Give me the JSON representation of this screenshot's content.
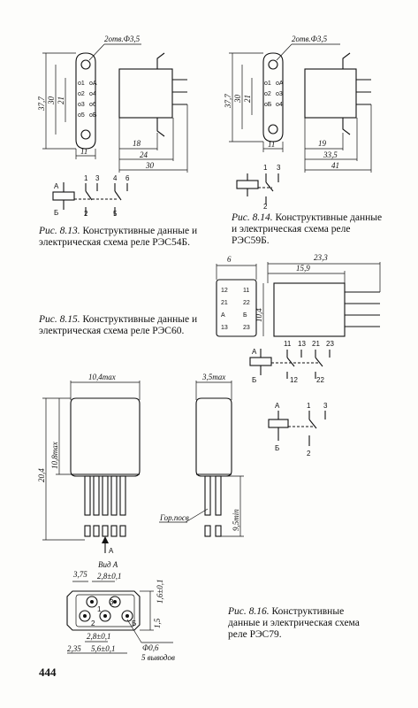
{
  "captions": {
    "fig813": {
      "number": "Рис. 8.13.",
      "text": "Конструктивные данные и электрическая схема реле РЭС54Б."
    },
    "fig814": {
      "number": "Рис. 8.14.",
      "text": "Конструктивные данные и электрическая схема реле РЭС59Б."
    },
    "fig815": {
      "number": "Рис. 8.15.",
      "text": "Конструктивные данные и электрическая схема реле РЭС60."
    },
    "fig816": {
      "number": "Рис. 8.16.",
      "text": "Конструктивные данные и электрическая схема реле РЭС79."
    }
  },
  "page_number": "444",
  "fig813": {
    "hole_label": "2отв.Ф3,5",
    "dims": {
      "h_total": "37,7",
      "h_30": "30",
      "h_21": "21",
      "w_11": "11",
      "w_18": "18",
      "w_24": "24",
      "w_30": "30"
    },
    "pins": [
      "о1",
      "оА",
      "о2",
      "о4",
      "о3",
      "о6",
      "о5",
      "оБ"
    ],
    "schematic": {
      "a": "А",
      "b": "Б",
      "p1": "1",
      "p3": "3",
      "p4": "4",
      "p6": "6",
      "p2": "2",
      "p5": "5"
    }
  },
  "fig814": {
    "hole_label": "2отв.Ф3,5",
    "dims": {
      "h_total": "37,7",
      "h_30": "30",
      "h_21": "21",
      "w_11": "11",
      "w_19": "19",
      "w_335": "33,5",
      "w_41": "41"
    },
    "pins": [
      "о1",
      "оА",
      "о2",
      "о3",
      "оБ",
      "о4"
    ],
    "schematic": {
      "p1": "1",
      "p3": "3",
      "p2": "2"
    }
  },
  "fig815": {
    "dims": {
      "w_6": "6",
      "w_233": "23,3",
      "w_159": "15,9",
      "h_104": "10,4"
    },
    "pins": [
      "12",
      "11",
      "21",
      "22",
      "А",
      "Б",
      "13",
      "23"
    ],
    "schematic": {
      "a": "А",
      "b": "Б",
      "p11": "11",
      "p13": "13",
      "p21": "21",
      "p23": "23",
      "p12": "12",
      "p22": "22"
    }
  },
  "fig816": {
    "dims": {
      "w_104max": "10,4max",
      "w_35max": "3,5max",
      "h_204": "20,4",
      "h_108max": "10,8max",
      "h_95min": "9,5min",
      "gor_pos": "Гор.посв",
      "arrow_a": "А"
    },
    "view": {
      "label": "Вид А",
      "d_375": "3,75",
      "d_28a": "2,8±0,1",
      "d_16": "1,6±0,1",
      "d_28b": "2,8±0,1",
      "d_235": "2,35",
      "d_56": "5,6±0,1",
      "d_15": "1,5",
      "d_phi": "Ф0,6",
      "d_pins": "5 выводов",
      "pin_nums": [
        "3",
        "1",
        "2",
        "Б"
      ]
    },
    "schematic": {
      "a": "А",
      "b": "Б",
      "p1": "1",
      "p3": "3",
      "p2": "2"
    }
  }
}
